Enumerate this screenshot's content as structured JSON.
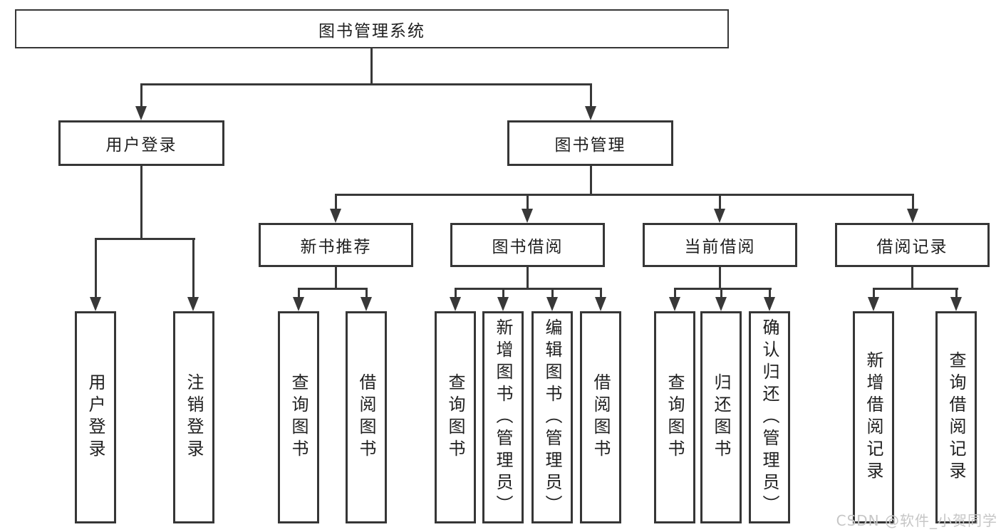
{
  "root": {
    "label": "图书管理系统"
  },
  "branches": {
    "user": {
      "label": "用户登录",
      "leaves": [
        "用户登录",
        "注销登录"
      ]
    },
    "book": {
      "label": "图书管理"
    }
  },
  "groups": [
    {
      "label": "新书推荐",
      "leaves": [
        "查询图书",
        "借阅图书"
      ]
    },
    {
      "label": "图书借阅",
      "leaves": [
        "查询图书",
        "新增图书（管理员）",
        "编辑图书（管理员）",
        "借阅图书"
      ]
    },
    {
      "label": "当前借阅",
      "leaves": [
        "查询图书",
        "归还图书",
        "确认归还（管理员）"
      ]
    },
    {
      "label": "借阅记录",
      "leaves": [
        "新增借阅记录",
        "查询借阅记录"
      ]
    }
  ],
  "watermark": "CSDN @软件_小贺同学",
  "colors": {
    "line": "#383838",
    "border": "#363636",
    "text": "#1f1f1f",
    "watermark": "#c6c6c6",
    "background": "#ffffff"
  }
}
